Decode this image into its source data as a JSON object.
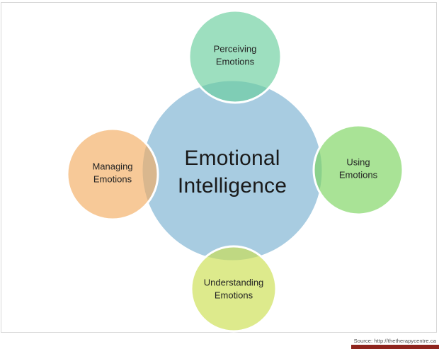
{
  "chrome": {
    "border_color": "#d8d8d8",
    "background_color": "#ffffff"
  },
  "diagram": {
    "center": {
      "label": "Emotional Intelligence",
      "fill": "#a8cce1",
      "stroke": "#ffffff"
    },
    "node_fill_opacity": "0.65",
    "nodes": [
      {
        "position": "top",
        "label": "Perceiving Emotions",
        "fill": "#68ce9d",
        "stroke": "#ffffff"
      },
      {
        "position": "right",
        "label": "Using Emotions",
        "fill": "#7bd45e",
        "stroke": "#ffffff"
      },
      {
        "position": "bottom",
        "label": "Understanding Emotions",
        "fill": "#cbde4e",
        "stroke": "#ffffff"
      },
      {
        "position": "left",
        "label": "Managing Emotions",
        "fill": "#f2ac61",
        "stroke": "#ffffff"
      }
    ]
  },
  "footer": {
    "source": "Source: http://thetherapycentre.ca",
    "accent_bar_color": "#8e241d"
  }
}
